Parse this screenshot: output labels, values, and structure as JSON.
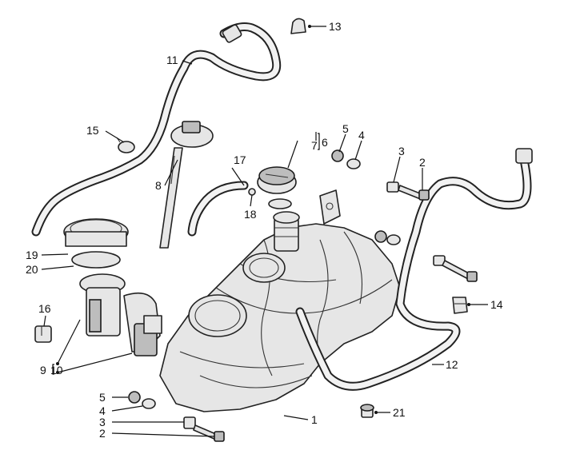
{
  "callouts": {
    "c1": "1",
    "c2a": "2",
    "c2b": "2",
    "c3a": "3",
    "c3b": "3",
    "c4a": "4",
    "c4b": "4",
    "c5a": "5",
    "c5b": "5",
    "c6": "6",
    "c7": "7",
    "c8": "8",
    "c9": "9",
    "c10": "10",
    "c11": "11",
    "c12": "12",
    "c13": "13",
    "c14": "14",
    "c15": "15",
    "c16": "16",
    "c17": "17",
    "c18": "18",
    "c19": "19",
    "c20": "20",
    "c21": "21"
  }
}
